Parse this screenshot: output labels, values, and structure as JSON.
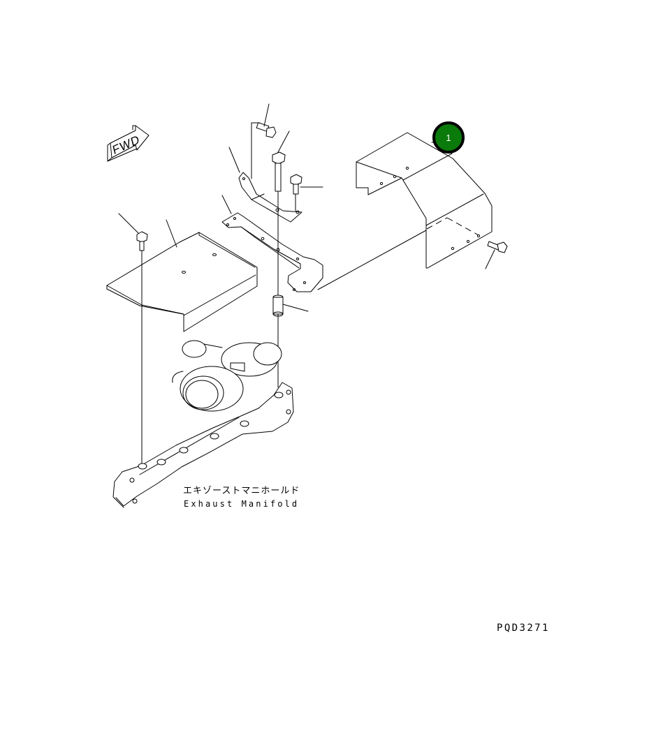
{
  "diagram": {
    "type": "exploded parts diagram",
    "fwd_indicator": {
      "label": "FWD",
      "icon": "fwd-arrow-icon"
    },
    "callouts": [
      {
        "number": "1",
        "part": "exhaust cover (heat shield)",
        "color": "#0a7a0a"
      }
    ],
    "parts": [
      "heat shield cover",
      "left heat plate",
      "upper bracket",
      "lower bracket",
      "flange bolts",
      "spacer collar",
      "turbocharger",
      "exhaust manifold"
    ],
    "annotations": {
      "component_label_jp": "エキゾーストマニホールド",
      "component_label_en": "Exhaust Manifold"
    },
    "drawing_code": "PQD3271"
  }
}
